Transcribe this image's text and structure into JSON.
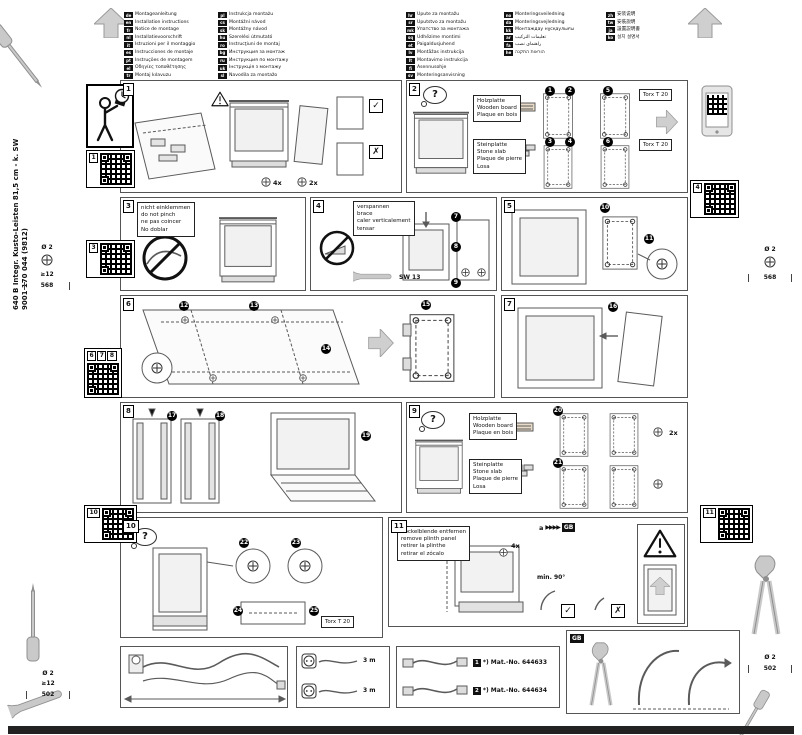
{
  "sidebar": {
    "title": "640 B Integr. Kusto-Leisten 81,5 cm - k. SW",
    "code": "9001 170 044 (9812)"
  },
  "languages": {
    "col1": [
      {
        "code": "de",
        "label": "Montageanleitung"
      },
      {
        "code": "en",
        "label": "Installation instructions"
      },
      {
        "code": "fr",
        "label": "Notice de montage"
      },
      {
        "code": "nl",
        "label": "Installatievoorschrift"
      },
      {
        "code": "it",
        "label": "Istruzioni per il montaggio"
      },
      {
        "code": "es",
        "label": "Instrucciones de montaje"
      },
      {
        "code": "pt",
        "label": "Instruções de montagem"
      },
      {
        "code": "el",
        "label": "Οδηγίες τοποθέτησης"
      },
      {
        "code": "tr",
        "label": "Montaj kılavuzu"
      }
    ],
    "col2": [
      {
        "code": "pl",
        "label": "Instrukcja montażu"
      },
      {
        "code": "cs",
        "label": "Montážní návod"
      },
      {
        "code": "sk",
        "label": "Montážny návod"
      },
      {
        "code": "hu",
        "label": "Szerelési útmutató"
      },
      {
        "code": "ro",
        "label": "Instrucţiuni de montaj"
      },
      {
        "code": "bg",
        "label": "Инструкция за монтаж"
      },
      {
        "code": "ru",
        "label": "Инструкция по монтажу"
      },
      {
        "code": "uk",
        "label": "Інструкція з монтажу"
      },
      {
        "code": "sl",
        "label": "Navodila za montažo"
      }
    ],
    "col3": [
      {
        "code": "hr",
        "label": "Upute za montažu"
      },
      {
        "code": "sr",
        "label": "Uputstvo za montažu"
      },
      {
        "code": "mk",
        "label": "Упатство за монтажа"
      },
      {
        "code": "sq",
        "label": "Udhëzime montimi"
      },
      {
        "code": "et",
        "label": "Paigaldusjuhend"
      },
      {
        "code": "lv",
        "label": "Montāžas instrukcija"
      },
      {
        "code": "lt",
        "label": "Montavimo instrukcija"
      },
      {
        "code": "fi",
        "label": "Asennusohje"
      },
      {
        "code": "sv",
        "label": "Monteringsanvisning"
      }
    ],
    "col4": [
      {
        "code": "no",
        "label": "Monteringsveiledning"
      },
      {
        "code": "da",
        "label": "Monteringsvejledning"
      },
      {
        "code": "kk",
        "label": "Монтаждау нұсқаулығы"
      },
      {
        "code": "ar",
        "label": "تعليمات التركيب"
      },
      {
        "code": "fa",
        "label": "راهنمای نصب"
      },
      {
        "code": "he",
        "label": "הוראות התקנה"
      }
    ],
    "col5": [
      {
        "code": "zh",
        "label": "安装说明"
      },
      {
        "code": "tw",
        "label": "安裝說明"
      },
      {
        "code": "ja",
        "label": "設置説明書"
      },
      {
        "code": "ko",
        "label": "설치 설명서"
      }
    ]
  },
  "steps": {
    "s1": {
      "num": "1",
      "check": "✓",
      "cross": "✗",
      "qty1": "4x",
      "qty2": "2x"
    },
    "s2": {
      "num": "2",
      "question": "?",
      "torx": "Torx T 20",
      "callouts": [
        "1",
        "2",
        "3",
        "4",
        "5",
        "6"
      ]
    },
    "s3": {
      "num": "3",
      "no_pinch": [
        "nicht einklemmen",
        "do not pinch",
        "ne pas coincer",
        "No doblar"
      ]
    },
    "s4": {
      "num": "4",
      "brace": [
        "verspannen",
        "brace",
        "caler verticalement",
        "tensar"
      ],
      "wrench": "SW 13",
      "callouts": [
        "7",
        "8",
        "9"
      ]
    },
    "s5": {
      "num": "5",
      "callouts": [
        "10",
        "11"
      ]
    },
    "s6": {
      "num": "6",
      "callouts": [
        "12",
        "13",
        "14",
        "15"
      ]
    },
    "s7": {
      "num": "7",
      "callouts": [
        "16"
      ]
    },
    "s8": {
      "num": "8",
      "callouts": [
        "17",
        "18",
        "19"
      ]
    },
    "s9": {
      "num": "9",
      "question": "?",
      "qty": "2x",
      "callouts": [
        "20",
        "21"
      ]
    },
    "s10": {
      "num": "10",
      "question": "?",
      "torx": "Torx T 20",
      "callouts": [
        "22",
        "23",
        "24",
        "25"
      ]
    },
    "s11": {
      "num": "11",
      "plinth": [
        "Sockelblende entfernen",
        "remove plinth panel",
        "retirer la plinthe",
        "retirar el zócalo"
      ],
      "gb_ref": {
        "prefix": "a",
        "arrows": "▶▶▶▶",
        "tag": "GB"
      },
      "angle": "min. 90°",
      "qty": "4x",
      "check": "✓",
      "cross": "✗"
    }
  },
  "labels": {
    "wooden": [
      "Holzplatte",
      "Wooden board",
      "Plaque en bois"
    ],
    "stone": [
      "Steinplatte",
      "Stone slab",
      "Plaque de pierre",
      "Losa"
    ]
  },
  "bottom": {
    "cable1": "3 m",
    "cable2": "3 m",
    "mat": [
      {
        "tag": "1",
        "text": "*) Mat.-No. 644633"
      },
      {
        "tag": "2",
        "text": "*) Mat.-No. 644634"
      }
    ],
    "gb_tag": "GB"
  },
  "margins": {
    "qr1": "1",
    "qr3": "3",
    "qr4": "4",
    "qr10": "10",
    "qr11": "11",
    "qr678": [
      "6",
      "7",
      "8"
    ],
    "dia": "Ø 2",
    "depth": "≥12",
    "h568": "568",
    "h502": "502"
  }
}
